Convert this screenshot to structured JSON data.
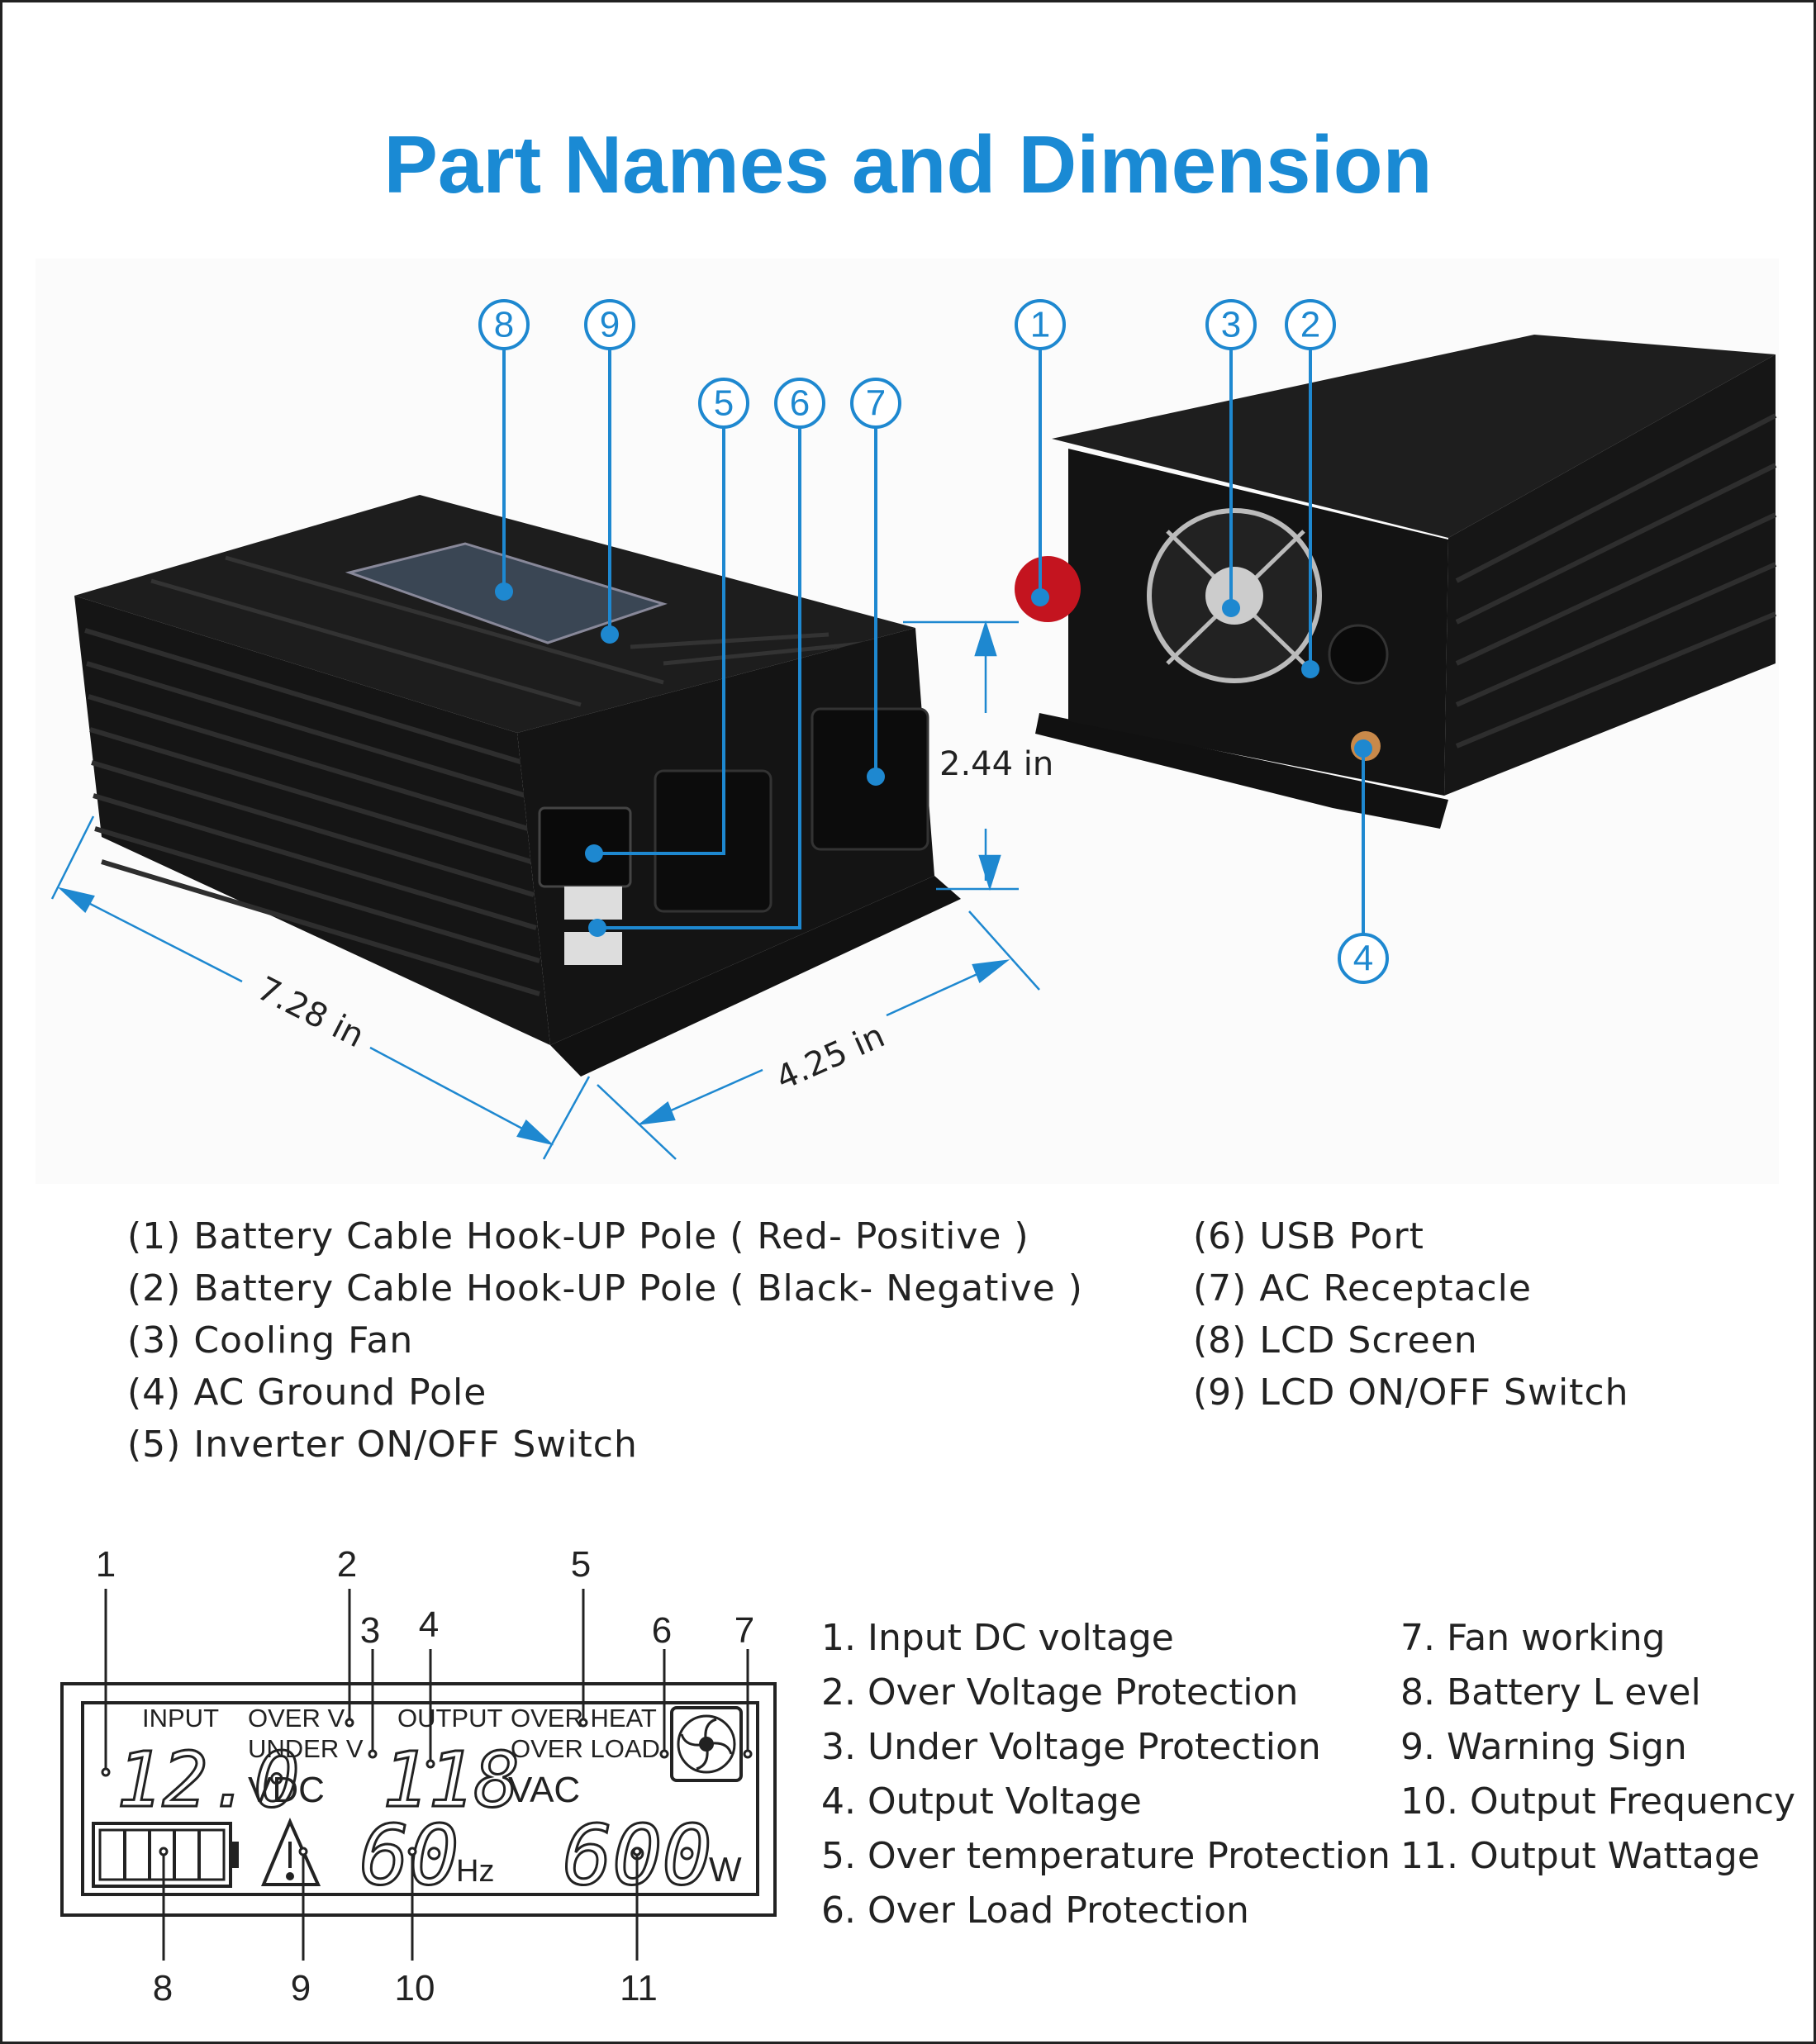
{
  "title": "Part Names and Dimension",
  "callouts": {
    "c1": "1",
    "c2": "2",
    "c3": "3",
    "c4": "4",
    "c5": "5",
    "c6": "6",
    "c7": "7",
    "c8": "8",
    "c9": "9"
  },
  "dimensions": {
    "height": "2.44 in",
    "length": "7.28 in",
    "width": "4.25 in"
  },
  "parts_left": [
    "(1) Battery Cable Hook-UP Pole ( Red- Positive )",
    "(2) Battery Cable Hook-UP Pole (  Black- Negative )",
    "(3) Cooling Fan",
    "(4) AC Ground Pole",
    "(5) Inverter ON/OFF Switch"
  ],
  "parts_right": [
    "(6) USB Port",
    "(7) AC Receptacle",
    "(8) LCD Screen",
    "(9) LCD ON/OFF Switch"
  ],
  "lcd": {
    "input": "INPUT",
    "over_v": "OVER V",
    "under_v": "UNDER V",
    "output": "OUTPUT",
    "over_heat": "OVER HEAT",
    "over_load": "OVER LOAD",
    "input_value": "12.0",
    "input_unit": "VDC",
    "output_value": "118",
    "output_unit": "VAC",
    "freq_value": "60",
    "freq_unit": "Hz",
    "watt_value": "600",
    "watt_unit": "W",
    "battery_level_bars": 4,
    "markers": {
      "m1": "1",
      "m2": "2",
      "m3": "3",
      "m4": "4",
      "m5": "5",
      "m6": "6",
      "m7": "7",
      "m8": "8",
      "m9": "9",
      "m10": "10",
      "m11": "11"
    }
  },
  "legend_left": [
    "1. Input DC voltage",
    "2. Over Voltage Protection",
    "3. Under Voltage Protection",
    "4. Output Voltage",
    "5. Over temperature Protection",
    "6. Over Load Protection"
  ],
  "legend_right": [
    "7. Fan working",
    "8. Battery L evel",
    "9. Warning Sign",
    "10. Output Frequency",
    "11. Output Wattage"
  ],
  "colors": {
    "accent": "#1a8ad4",
    "callout": "#1e88d0",
    "body": "#1a1a1a"
  }
}
